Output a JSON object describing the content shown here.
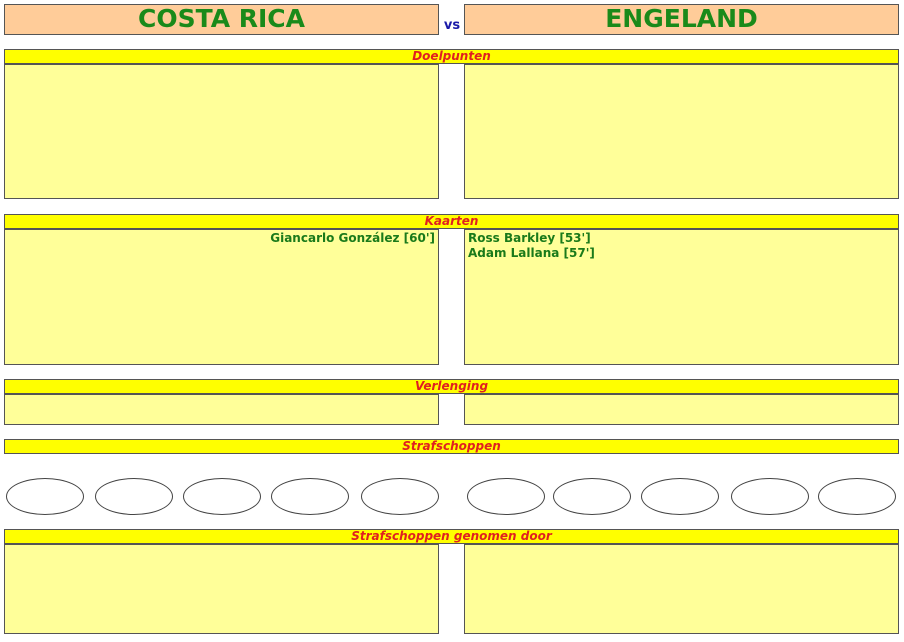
{
  "match": {
    "home_team": "COSTA RICA",
    "away_team": "ENGELAND",
    "vs_label": "vs"
  },
  "sections": {
    "goals": {
      "title": "Doelpunten",
      "home": [],
      "away": []
    },
    "cards": {
      "title": "Kaarten",
      "home": [
        "Giancarlo González [60']"
      ],
      "away": [
        "Ross Barkley [53']",
        "Adam Lallana [57']"
      ]
    },
    "extra_time": {
      "title": "Verlenging",
      "home": [],
      "away": []
    },
    "penalties": {
      "title": "Strafschoppen",
      "home_kicks": [
        "",
        "",
        "",
        "",
        ""
      ],
      "away_kicks": [
        "",
        "",
        "",
        "",
        ""
      ]
    },
    "penalty_takers": {
      "title": "Strafschoppen genomen door",
      "home": [],
      "away": []
    }
  },
  "colors": {
    "team_header_bg": "#ffcc99",
    "team_name": "#1a8a1a",
    "vs": "#1a1aa8",
    "section_bar_bg": "#ffff00",
    "section_title": "#e02020",
    "panel_bg": "#ffff99",
    "entry_text": "#1a7a1a"
  }
}
